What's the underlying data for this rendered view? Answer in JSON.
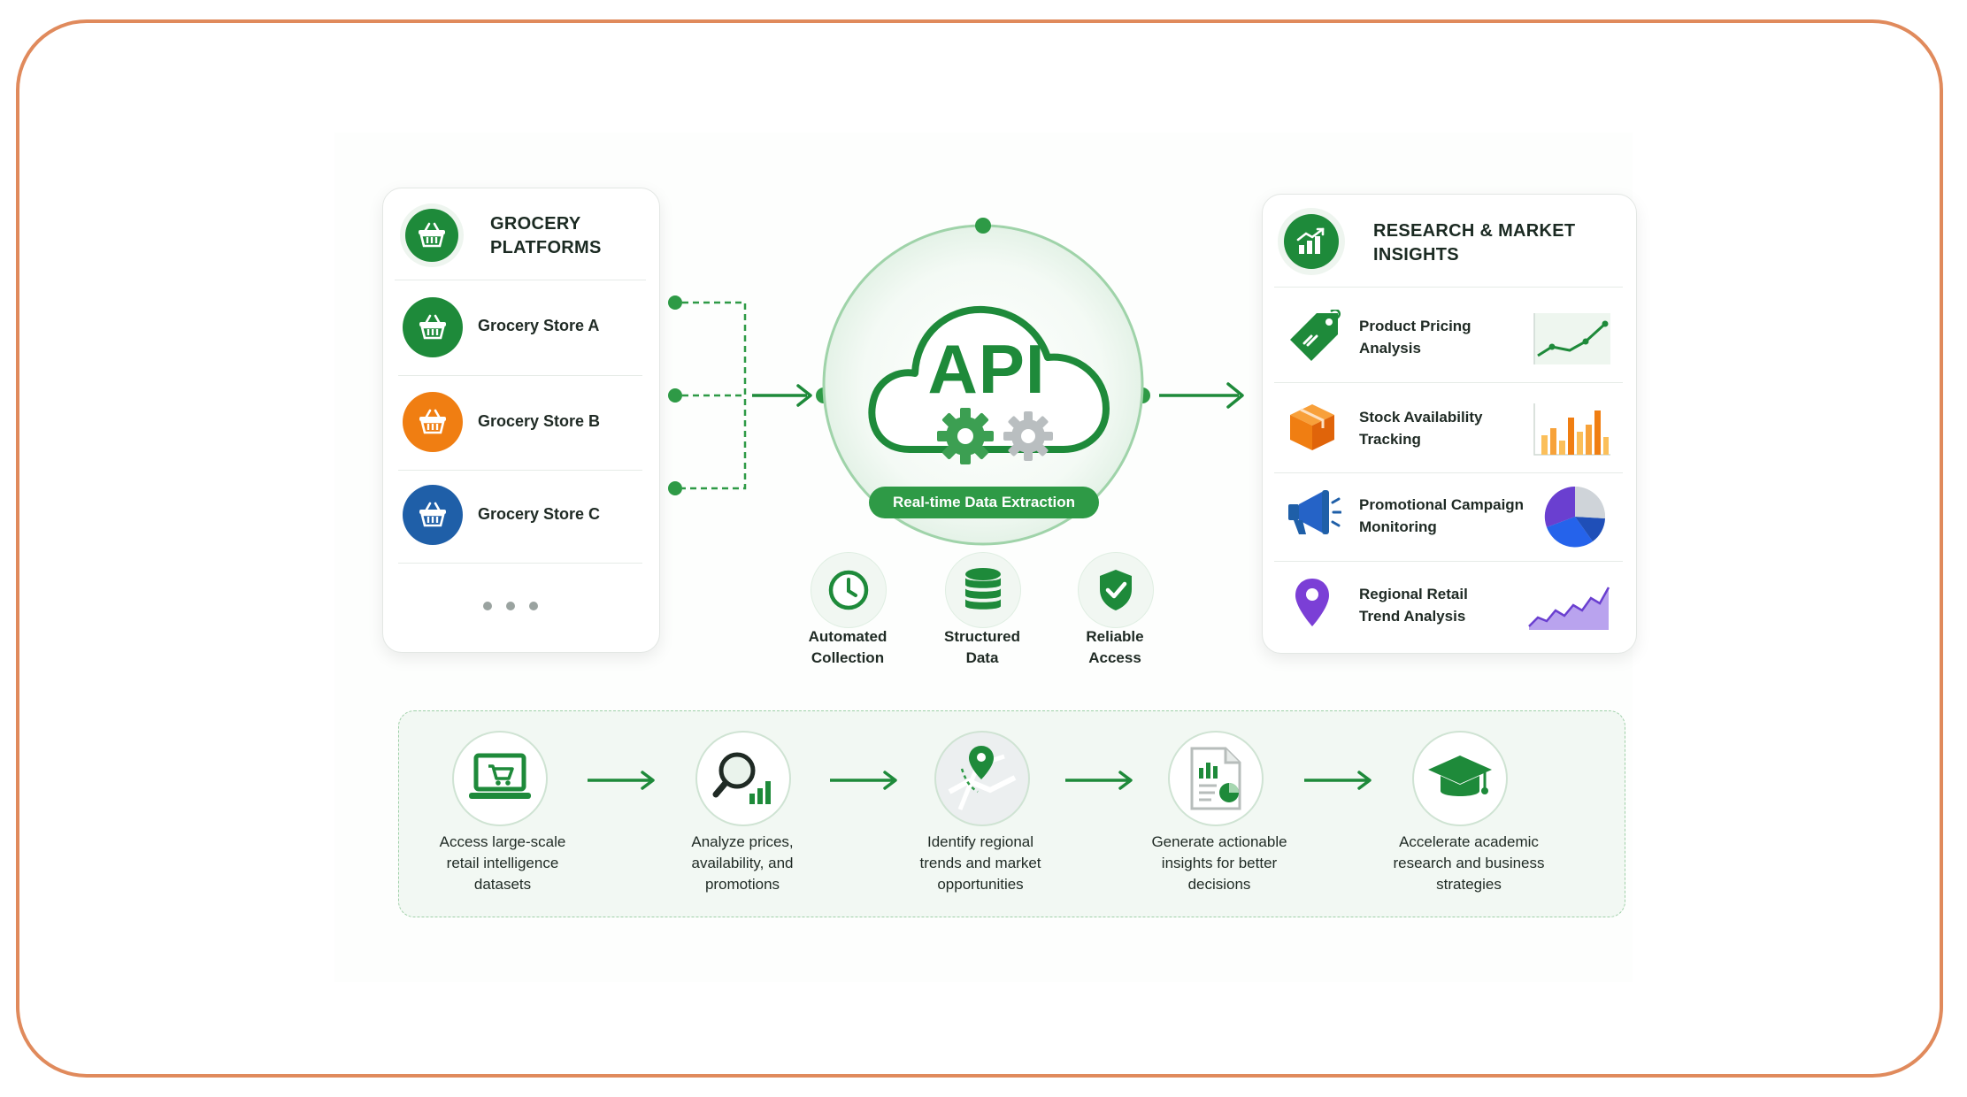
{
  "grocery_platforms": {
    "title": "GROCERY PLATFORMS",
    "title_line1": "GROCERY",
    "title_line2": "PLATFORMS",
    "items": [
      {
        "label": "Grocery Store A",
        "color": "#1e8a3a"
      },
      {
        "label": "Grocery Store B",
        "color": "#f07e12"
      },
      {
        "label": "Grocery Store C",
        "color": "#1f5fa8"
      }
    ],
    "more_icon": "ellipsis-icon"
  },
  "api": {
    "label": "API",
    "pill": "Real-time Data Extraction",
    "features": [
      {
        "line1": "Automated",
        "line2": "Collection",
        "icon": "clock-icon"
      },
      {
        "line1": "Structured",
        "line2": "Data",
        "icon": "database-icon"
      },
      {
        "line1": "Reliable",
        "line2": "Access",
        "icon": "shield-check-icon"
      }
    ]
  },
  "insights": {
    "title_line1": "RESEARCH & MARKET",
    "title_line2": "INSIGHTS",
    "items": [
      {
        "line1": "Product Pricing",
        "line2": "Analysis",
        "icon": "price-tag-icon",
        "chart": "line-chart-icon"
      },
      {
        "line1": "Stock Availability",
        "line2": "Tracking",
        "icon": "box-icon",
        "chart": "bar-chart-icon"
      },
      {
        "line1": "Promotional Campaign",
        "line2": "Monitoring",
        "icon": "megaphone-icon",
        "chart": "pie-chart-icon"
      },
      {
        "line1": "Regional Retail",
        "line2": "Trend Analysis",
        "icon": "location-pin-icon",
        "chart": "area-chart-icon"
      }
    ]
  },
  "steps": [
    {
      "line1": "Access large-scale",
      "line2": "retail intelligence",
      "line3": "datasets",
      "icon": "laptop-cart-icon"
    },
    {
      "line1": "Analyze prices,",
      "line2": "availability, and",
      "line3": "promotions",
      "icon": "magnifier-chart-icon"
    },
    {
      "line1": "Identify regional",
      "line2": "trends and market",
      "line3": "opportunities",
      "icon": "map-pin-icon"
    },
    {
      "line1": "Generate actionable",
      "line2": "insights for better",
      "line3": "decisions",
      "icon": "report-icon"
    },
    {
      "line1": "Accelerate academic",
      "line2": "research and business",
      "line3": "strategies",
      "icon": "graduation-cap-icon"
    }
  ],
  "colors": {
    "primary_green": "#1e8a3a",
    "frame": "#e08a5c",
    "orange": "#f07e12",
    "blue": "#1f5fa8",
    "purple": "#6a3fd0"
  }
}
